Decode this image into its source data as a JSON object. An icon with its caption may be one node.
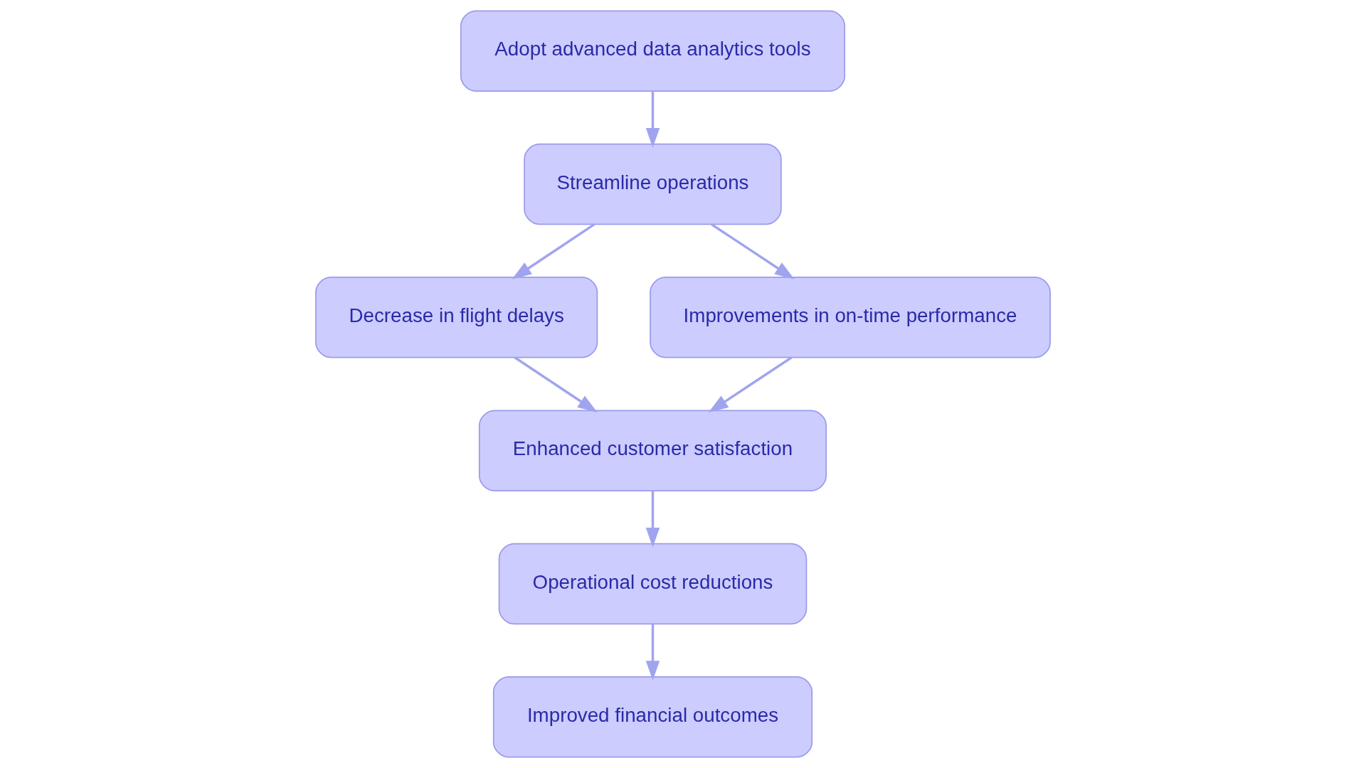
{
  "diagram": {
    "nodes": [
      {
        "text": [
          "Adopt advanced data analytics tools"
        ]
      },
      {
        "text": [
          "Streamline operations"
        ]
      },
      {
        "text": [
          "Decrease in flight delays"
        ]
      },
      {
        "text": [
          "Improvements in on-time performance"
        ]
      },
      {
        "text": [
          "Enhanced customer satisfaction"
        ]
      },
      {
        "text": [
          "Operational cost reductions"
        ]
      },
      {
        "text": [
          "Improved financial outcomes"
        ]
      }
    ],
    "edges": [
      {
        "from": 0,
        "to": 1,
        "arrow": "to"
      },
      {
        "from": 1,
        "to": 2,
        "arrow": "to"
      },
      {
        "from": 1,
        "to": 3,
        "arrow": "to"
      },
      {
        "from": 2,
        "to": 4,
        "arrow": "to"
      },
      {
        "from": 3,
        "to": 4,
        "arrow": "to"
      },
      {
        "from": 4,
        "to": 5,
        "arrow": "to"
      },
      {
        "from": 5,
        "to": 6,
        "arrow": "to"
      }
    ]
  }
}
